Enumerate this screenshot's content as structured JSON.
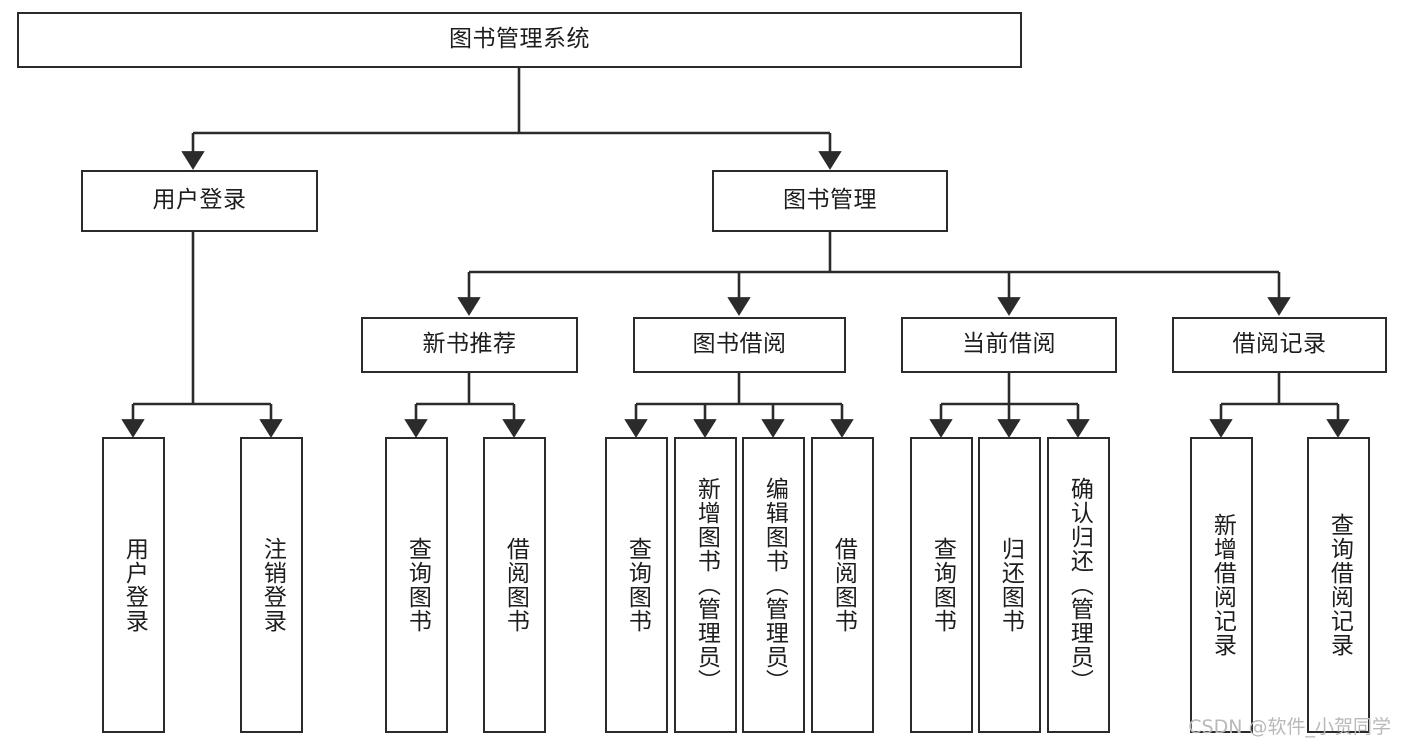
{
  "diagram": {
    "title": "图书管理系统",
    "type": "tree-hierarchy",
    "watermark": "CSDN @软件_小贺同学",
    "colors": {
      "stroke": "#2b2b2b",
      "fill": "#ffffff",
      "text": "#1d1d1d",
      "watermark": "#b9b9b9"
    },
    "nodes": {
      "root": {
        "label": "图书管理系统",
        "level": 1,
        "orientation": "horizontal"
      },
      "user_login": {
        "label": "用户登录",
        "level": 2,
        "orientation": "horizontal"
      },
      "book_mgmt": {
        "label": "图书管理",
        "level": 2,
        "orientation": "horizontal"
      },
      "new_book_rec": {
        "label": "新书推荐",
        "level": 3,
        "orientation": "horizontal"
      },
      "book_borrow": {
        "label": "图书借阅",
        "level": 3,
        "orientation": "horizontal"
      },
      "current_borrow": {
        "label": "当前借阅",
        "level": 3,
        "orientation": "horizontal"
      },
      "borrow_record": {
        "label": "借阅记录",
        "level": 3,
        "orientation": "horizontal"
      },
      "leaf_user_login": {
        "label": "用户登录",
        "level": 4,
        "orientation": "vertical"
      },
      "leaf_logout": {
        "label": "注销登录",
        "level": 4,
        "orientation": "vertical"
      },
      "leaf_query_book_1": {
        "label": "查询图书",
        "level": 4,
        "orientation": "vertical"
      },
      "leaf_borrow_book_1": {
        "label": "借阅图书",
        "level": 4,
        "orientation": "vertical"
      },
      "leaf_query_book_2": {
        "label": "查询图书",
        "level": 4,
        "orientation": "vertical"
      },
      "leaf_add_book": {
        "label": "新增图书（管理员）",
        "level": 4,
        "orientation": "vertical"
      },
      "leaf_edit_book": {
        "label": "编辑图书（管理员）",
        "level": 4,
        "orientation": "vertical"
      },
      "leaf_borrow_book_2": {
        "label": "借阅图书",
        "level": 4,
        "orientation": "vertical"
      },
      "leaf_query_book_3": {
        "label": "查询图书",
        "level": 4,
        "orientation": "vertical"
      },
      "leaf_return_book": {
        "label": "归还图书",
        "level": 4,
        "orientation": "vertical"
      },
      "leaf_confirm_return": {
        "label": "确认归还（管理员）",
        "level": 4,
        "orientation": "vertical"
      },
      "leaf_add_record": {
        "label": "新增借阅记录",
        "level": 4,
        "orientation": "vertical"
      },
      "leaf_query_record": {
        "label": "查询借阅记录",
        "level": 4,
        "orientation": "vertical"
      }
    },
    "edges": [
      {
        "from": "root",
        "to": "user_login"
      },
      {
        "from": "root",
        "to": "book_mgmt"
      },
      {
        "from": "user_login",
        "to": "leaf_user_login"
      },
      {
        "from": "user_login",
        "to": "leaf_logout"
      },
      {
        "from": "book_mgmt",
        "to": "new_book_rec"
      },
      {
        "from": "book_mgmt",
        "to": "book_borrow"
      },
      {
        "from": "book_mgmt",
        "to": "current_borrow"
      },
      {
        "from": "book_mgmt",
        "to": "borrow_record"
      },
      {
        "from": "new_book_rec",
        "to": "leaf_query_book_1"
      },
      {
        "from": "new_book_rec",
        "to": "leaf_borrow_book_1"
      },
      {
        "from": "book_borrow",
        "to": "leaf_query_book_2"
      },
      {
        "from": "book_borrow",
        "to": "leaf_add_book"
      },
      {
        "from": "book_borrow",
        "to": "leaf_edit_book"
      },
      {
        "from": "book_borrow",
        "to": "leaf_borrow_book_2"
      },
      {
        "from": "current_borrow",
        "to": "leaf_query_book_3"
      },
      {
        "from": "current_borrow",
        "to": "leaf_return_book"
      },
      {
        "from": "current_borrow",
        "to": "leaf_confirm_return"
      },
      {
        "from": "borrow_record",
        "to": "leaf_add_record"
      },
      {
        "from": "borrow_record",
        "to": "leaf_query_record"
      }
    ]
  }
}
